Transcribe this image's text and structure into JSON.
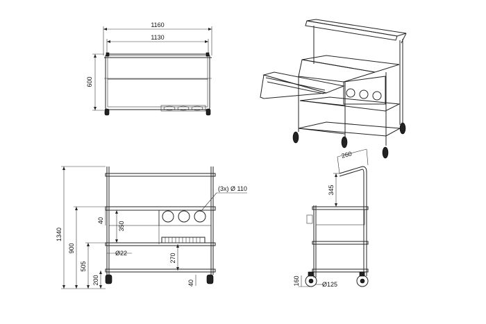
{
  "drawing": {
    "top_view": {
      "overall_width": "1160",
      "inner_width": "1130",
      "depth": "600"
    },
    "iso_view": {},
    "front_view": {
      "overall_height": "1340",
      "shelf_height": "900",
      "middle_height": "505",
      "bottom_height": "200",
      "drawer_height": "40",
      "drawer_depth": "350",
      "tube_diameter": "Ø22",
      "holes_label": "(3x) Ø 110",
      "gap_height": "270",
      "foot_height": "40"
    },
    "side_view": {
      "shelf_width": "260",
      "handle_height": "345",
      "wheel_diameter": "Ø125",
      "wheel_height": "160"
    }
  }
}
